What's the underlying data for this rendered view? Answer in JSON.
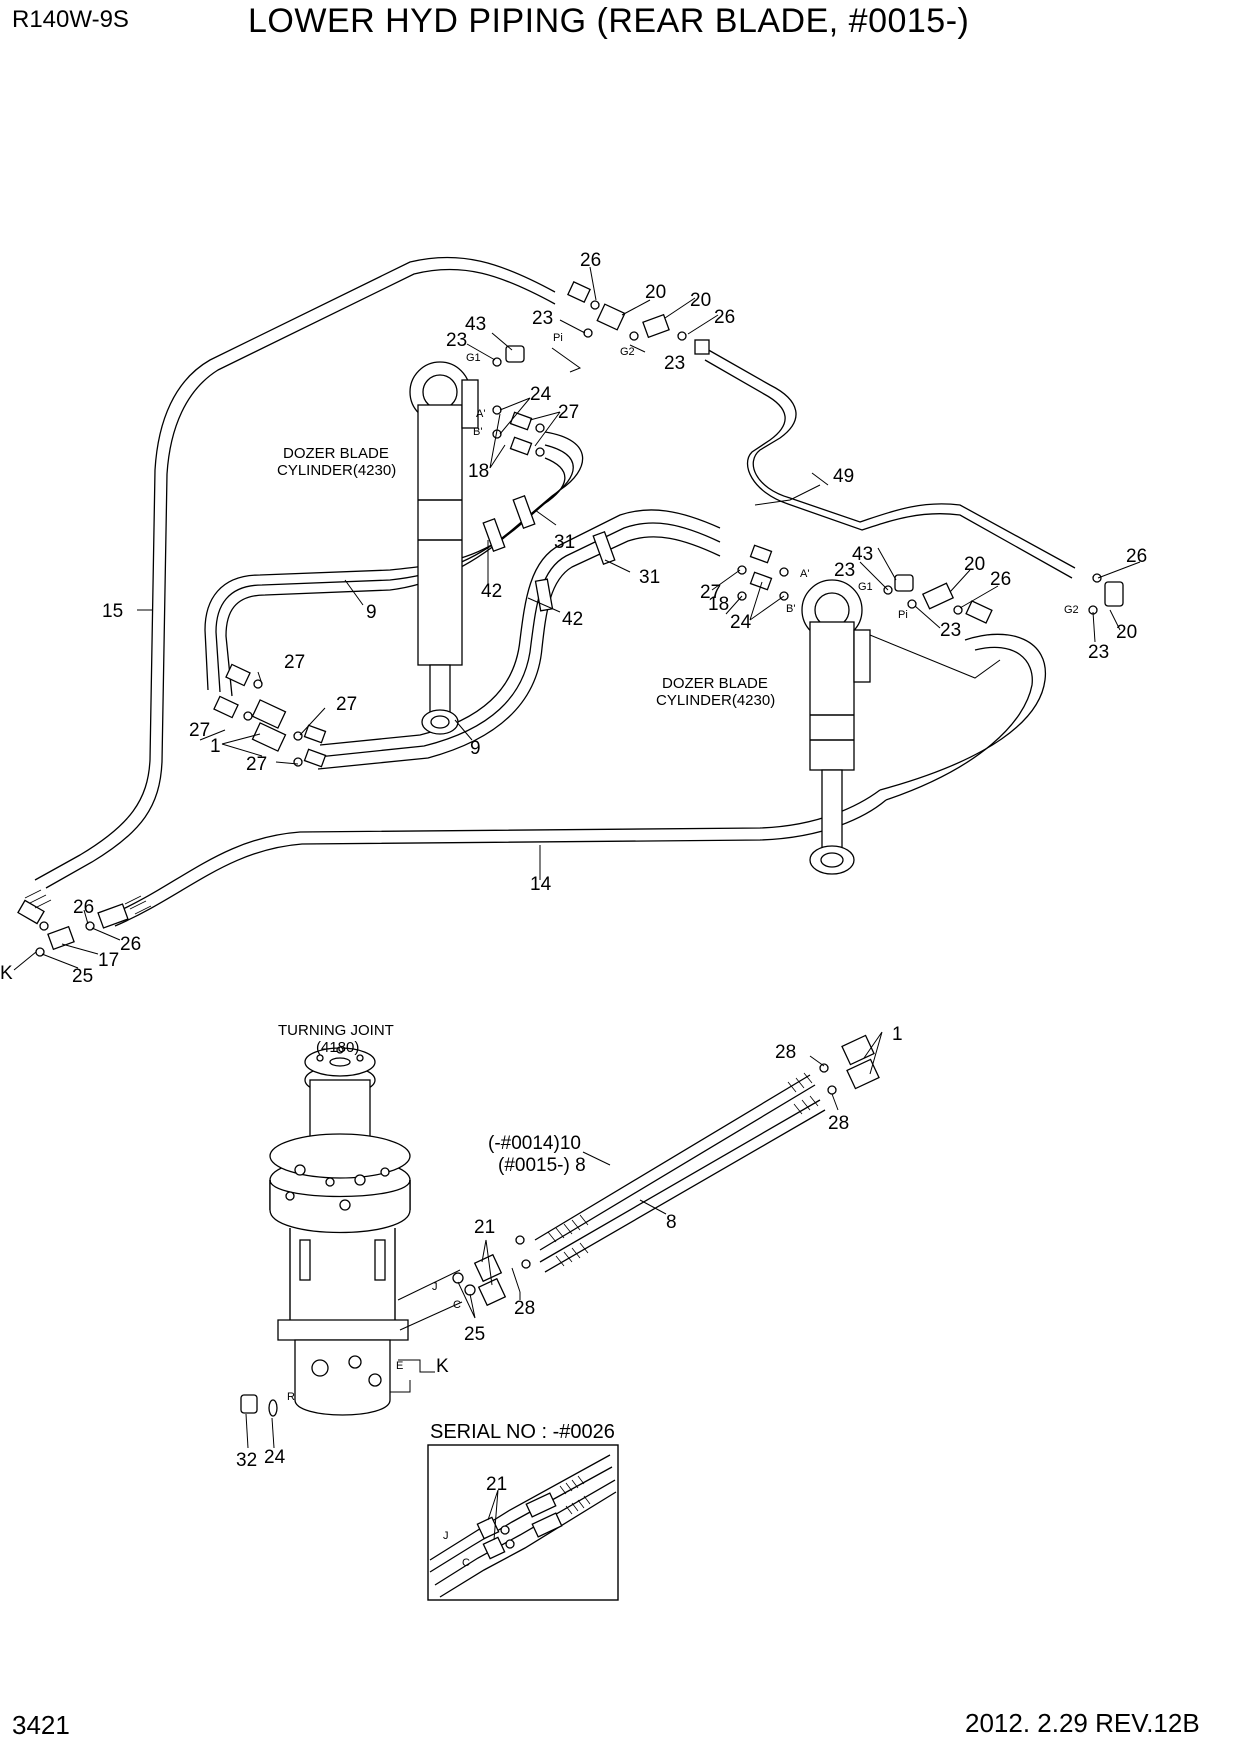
{
  "header": {
    "model": "R140W-9S",
    "title": "LOWER HYD PIPING (REAR BLADE, #0015-)"
  },
  "footer": {
    "page_number": "3421",
    "revision_info": "2012. 2.29  REV.12B"
  },
  "captions": {
    "cylinder_left_line1": "DOZER BLADE",
    "cylinder_left_line2": "CYLINDER(4230)",
    "cylinder_right_line1": "DOZER BLADE",
    "cylinder_right_line2": "CYLINDER(4230)",
    "turning_joint_line1": "TURNING JOINT",
    "turning_joint_line2": "(4180)",
    "serial_box": "SERIAL NO : -#0026",
    "hose_10": "(-#0014)10",
    "hose_8": "(#0015-) 8"
  },
  "port_labels": {
    "pi_left": "Pi",
    "g1_left": "G1",
    "g2_left": "G2",
    "a_left": "A'",
    "b_left": "B'",
    "a_right": "A'",
    "b_right": "B'",
    "g1_right": "G1",
    "pi_right": "Pi",
    "g2_right": "G2",
    "k_top": "K",
    "j": "J",
    "c": "C",
    "e": "E",
    "k_bottom": "K",
    "r": "R",
    "j_box": "J",
    "c_box": "C"
  },
  "callouts": {
    "c26a": "26",
    "c20a": "20",
    "c20b": "20",
    "c26b": "26",
    "c23a": "23",
    "c43a": "43",
    "c23b": "23",
    "c23c": "23",
    "c24a": "24",
    "c27a": "27",
    "c18a": "18",
    "c49": "49",
    "c31a": "31",
    "c42a": "42",
    "c31b": "31",
    "c42b": "42",
    "c9a": "9",
    "c15": "15",
    "c27b": "27",
    "c27c": "27",
    "c27d": "27",
    "c1a": "1",
    "c27e": "27",
    "c9b": "9",
    "c43b": "43",
    "c23d": "23",
    "c20c": "20",
    "c26c": "26",
    "c26d": "26",
    "c27f": "27",
    "c18b": "18",
    "c24b": "24",
    "c23e": "23",
    "c23f": "23",
    "c20d": "20",
    "c14": "14",
    "c26e": "26",
    "c26f": "26",
    "c17": "17",
    "c25a": "25",
    "c28a": "28",
    "c1b": "1",
    "c28b": "28",
    "c8": "8",
    "c21a": "21",
    "c28c": "28",
    "c25b": "25",
    "c32": "32",
    "c24c": "24",
    "c21b": "21"
  }
}
